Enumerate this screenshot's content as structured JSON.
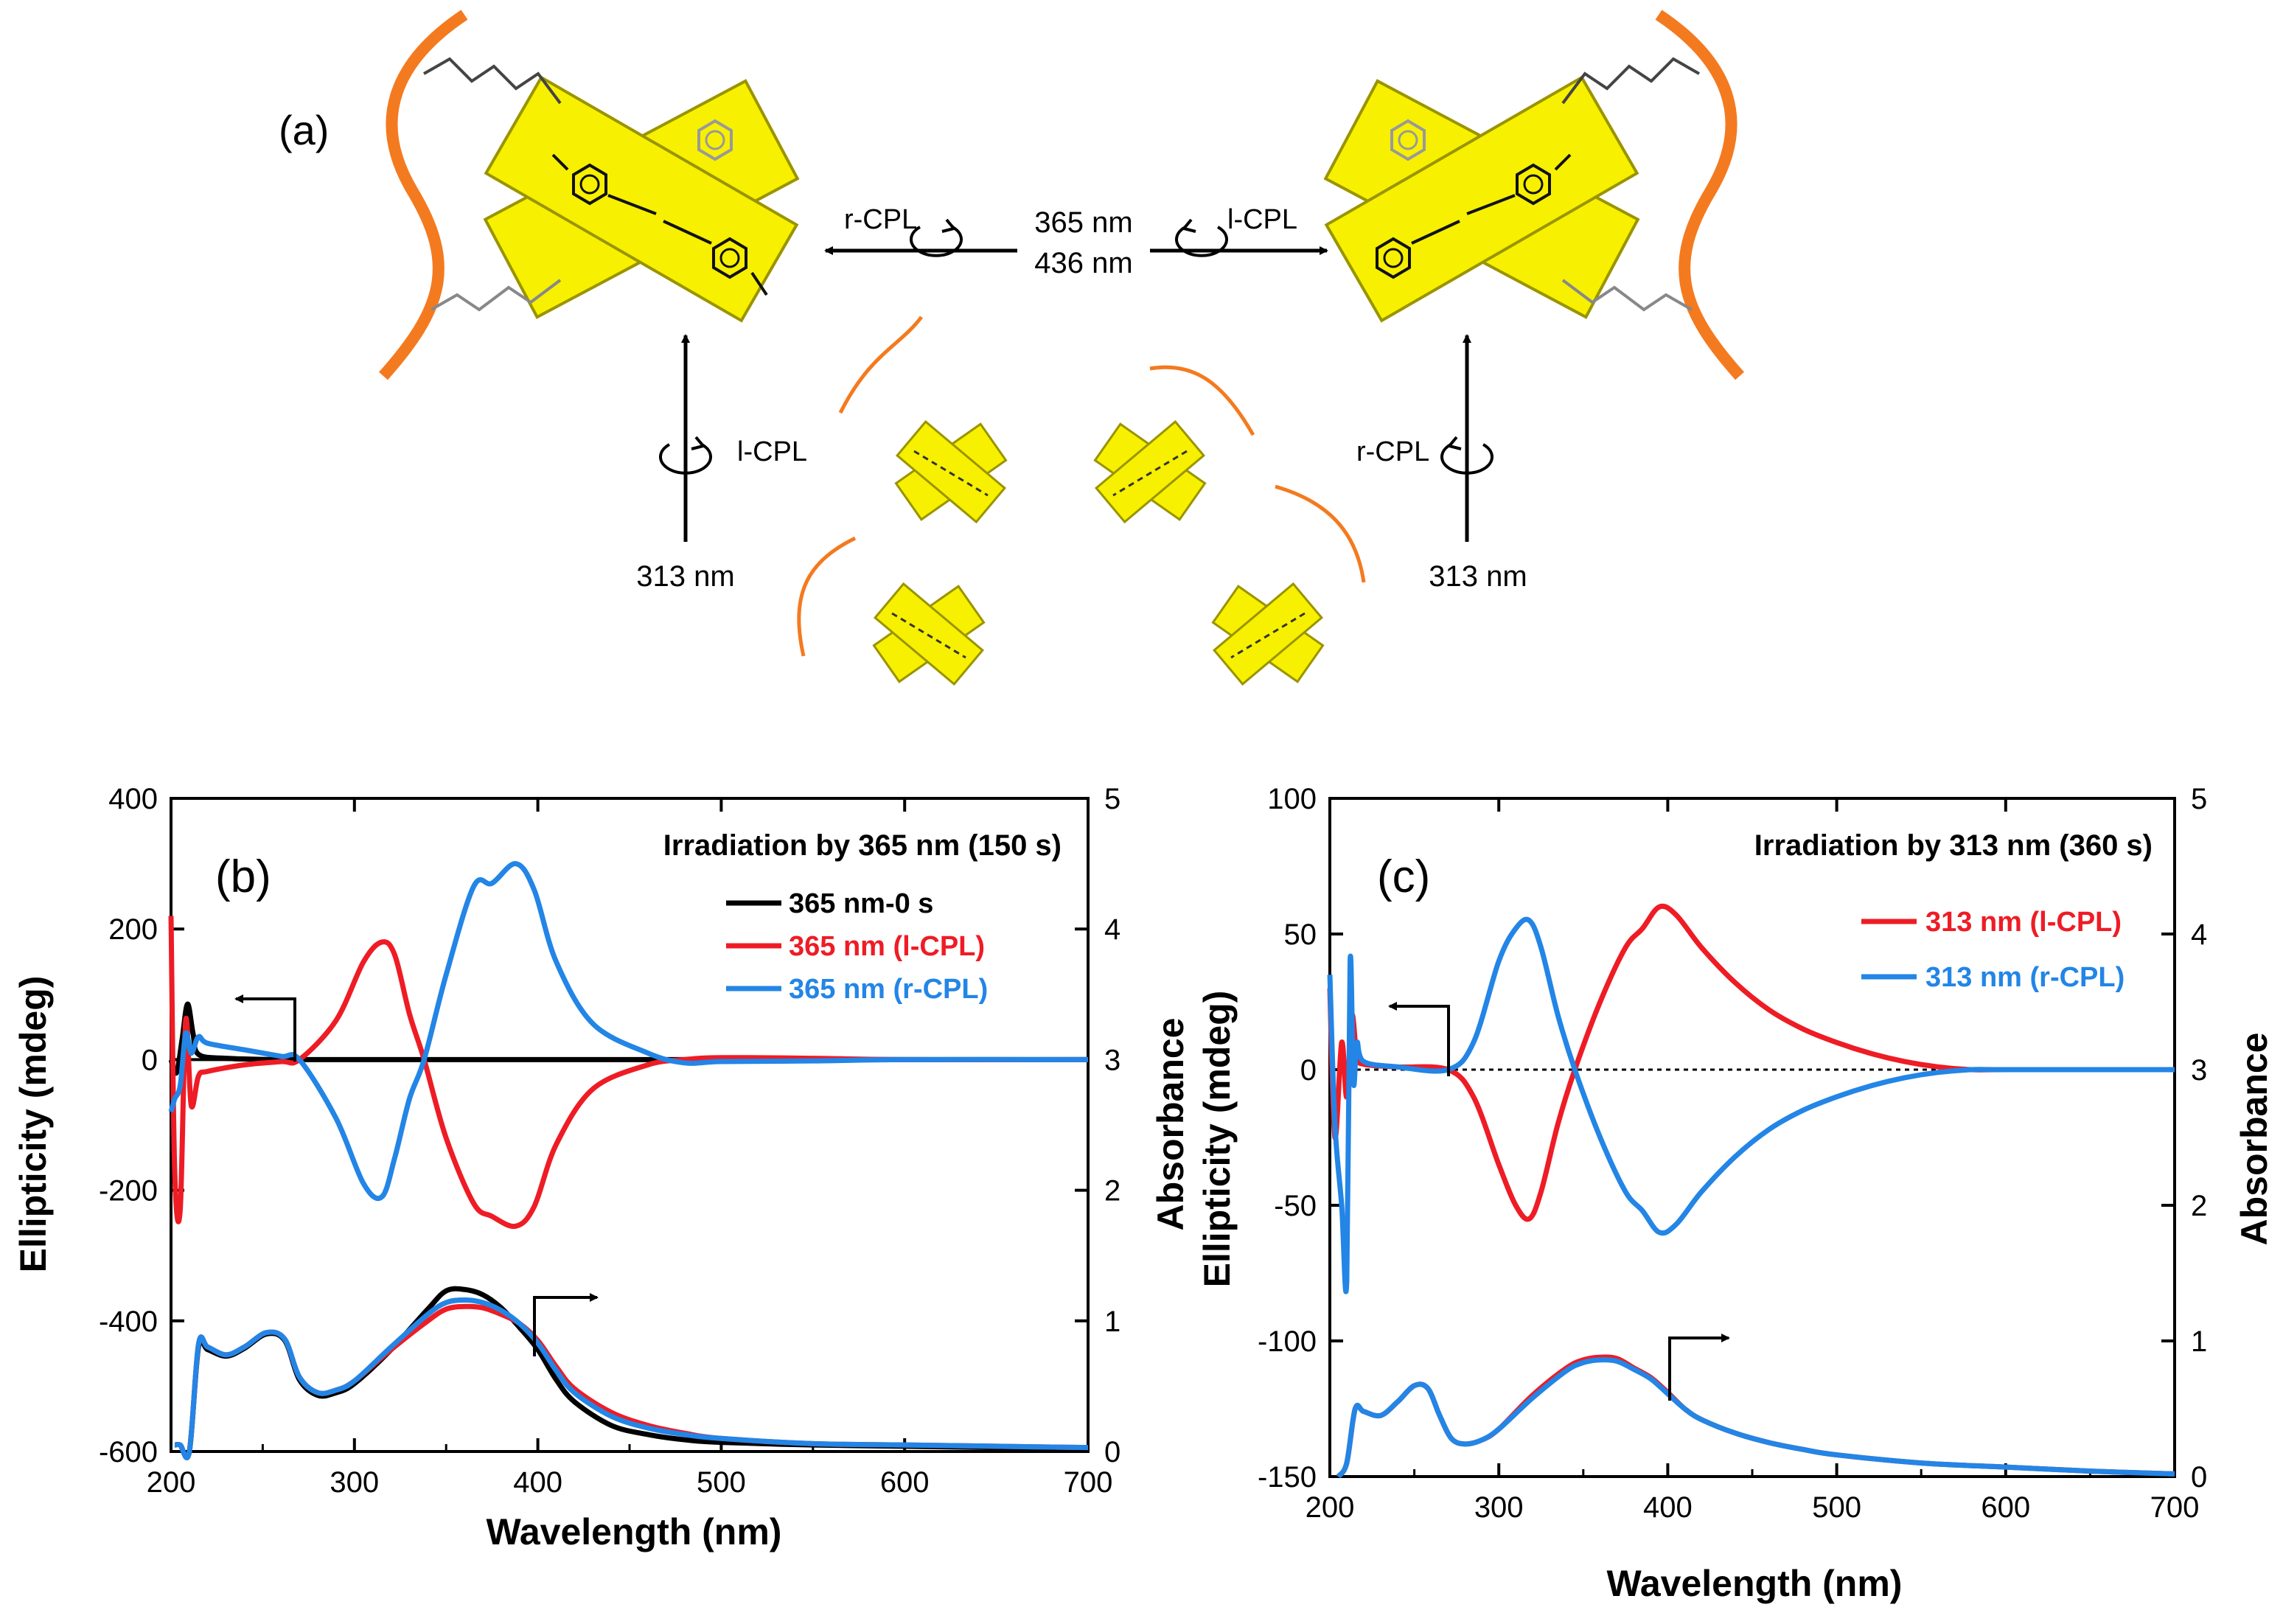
{
  "panel_a": {
    "label": "(a)",
    "top_wavelength_1": "365 nm",
    "top_wavelength_2": "436 nm",
    "left_top_light": "r-CPL",
    "right_top_light": "l-CPL",
    "left_side_light": "l-CPL",
    "right_side_light": "r-CPL",
    "left_bottom_wavelength": "313 nm",
    "right_bottom_wavelength": "313 nm",
    "colors": {
      "rod": "#f7f000",
      "polymer": "#f47a1f"
    },
    "icons": [
      "circular-arrow-icon",
      "azobenzene-structure-icon",
      "arrow-icon"
    ]
  },
  "panel_b": {
    "label": "(b)",
    "title": "Irradiation by 365 nm (150 s)",
    "legend": [
      "365 nm-0 s",
      "365 nm (l-CPL)",
      "365 nm (r-CPL)"
    ],
    "xlabel": "Wavelength (nm)",
    "ylabel_left": "Ellipticity (mdeg)",
    "ylabel_right": "Absorbance"
  },
  "panel_c": {
    "label": "(c)",
    "title": "Irradiation by 313 nm (360 s)",
    "legend": [
      "313 nm (l-CPL)",
      "313 nm (r-CPL)"
    ],
    "xlabel": "Wavelength (nm)",
    "ylabel_left": "Ellipticity (mdeg)",
    "ylabel_right": "Absorbance"
  },
  "chart_data": [
    {
      "type": "line",
      "panel": "b",
      "title": "Irradiation by 365 nm (150 s)",
      "xlabel": "Wavelength (nm)",
      "ylabel": "Ellipticity (mdeg)",
      "y2label": "Absorbance",
      "xlim": [
        200,
        700
      ],
      "ylim": [
        -600,
        400
      ],
      "y2lim": [
        0,
        5
      ],
      "xticks": [
        200,
        300,
        400,
        500,
        600,
        700
      ],
      "yticks": [
        -600,
        -400,
        -200,
        0,
        200,
        400
      ],
      "y2ticks": [
        0,
        1,
        2,
        3,
        4,
        5
      ],
      "grid": false,
      "legend_position": "top-right",
      "series": [
        {
          "name": "365 nm-0 s",
          "axis": "left",
          "color": "#000000",
          "x": [
            200,
            203,
            206,
            209,
            212,
            215,
            230,
            260,
            300,
            350,
            400,
            500,
            600,
            700
          ],
          "y": [
            0,
            -20,
            30,
            85,
            40,
            8,
            2,
            0,
            0,
            0,
            0,
            0,
            0,
            0
          ]
        },
        {
          "name": "365 nm (l-CPL)",
          "axis": "left",
          "color": "#ee1c25",
          "x": [
            200,
            202,
            205,
            208,
            211,
            215,
            220,
            240,
            260,
            270,
            290,
            305,
            315,
            322,
            330,
            338,
            350,
            365,
            375,
            388,
            398,
            410,
            430,
            460,
            480,
            500,
            550,
            600,
            700
          ],
          "y": [
            220,
            -170,
            -230,
            60,
            -70,
            -25,
            -18,
            -8,
            -3,
            0,
            60,
            150,
            180,
            160,
            70,
            0,
            -120,
            -220,
            -240,
            -255,
            -225,
            -130,
            -45,
            -8,
            0,
            3,
            2,
            0,
            0
          ]
        },
        {
          "name": "365 nm (r-CPL)",
          "axis": "left",
          "color": "#2385e6",
          "x": [
            200,
            202,
            205,
            208,
            211,
            215,
            220,
            240,
            260,
            270,
            290,
            305,
            315,
            322,
            330,
            338,
            350,
            365,
            375,
            388,
            398,
            410,
            430,
            460,
            480,
            500,
            550,
            600,
            700
          ],
          "y": [
            -80,
            -60,
            -40,
            40,
            10,
            35,
            25,
            15,
            5,
            0,
            -90,
            -190,
            -210,
            -150,
            -60,
            0,
            130,
            265,
            270,
            300,
            260,
            150,
            55,
            10,
            -5,
            -3,
            -2,
            0,
            0
          ]
        },
        {
          "name": "365 nm-0 s",
          "axis": "right",
          "color": "#000000",
          "x": [
            202,
            205,
            210,
            215,
            220,
            230,
            240,
            252,
            262,
            270,
            280,
            290,
            300,
            320,
            340,
            350,
            360,
            370,
            380,
            390,
            400,
            410,
            420,
            440,
            460,
            480,
            500,
            550,
            600,
            650,
            700
          ],
          "y": [
            0.05,
            0.05,
            0.0,
            0.8,
            0.78,
            0.73,
            0.79,
            0.9,
            0.85,
            0.55,
            0.43,
            0.45,
            0.52,
            0.78,
            1.09,
            1.23,
            1.24,
            1.2,
            1.1,
            0.95,
            0.78,
            0.55,
            0.38,
            0.2,
            0.13,
            0.09,
            0.07,
            0.05,
            0.04,
            0.03,
            0.02
          ]
        },
        {
          "name": "365 nm (l-CPL)",
          "axis": "right",
          "color": "#ee1c25",
          "x": [
            202,
            205,
            210,
            215,
            220,
            230,
            240,
            252,
            262,
            270,
            280,
            290,
            300,
            320,
            340,
            350,
            360,
            370,
            380,
            390,
            400,
            410,
            420,
            440,
            460,
            480,
            500,
            550,
            600,
            650,
            700
          ],
          "y": [
            0.05,
            0.05,
            0.0,
            0.82,
            0.8,
            0.74,
            0.8,
            0.91,
            0.86,
            0.57,
            0.45,
            0.47,
            0.54,
            0.78,
            1.0,
            1.09,
            1.11,
            1.1,
            1.05,
            0.98,
            0.85,
            0.65,
            0.48,
            0.3,
            0.2,
            0.14,
            0.1,
            0.06,
            0.05,
            0.04,
            0.03
          ]
        },
        {
          "name": "365 nm (r-CPL)",
          "axis": "right",
          "color": "#2385e6",
          "x": [
            202,
            205,
            210,
            215,
            220,
            230,
            240,
            252,
            262,
            270,
            280,
            290,
            300,
            320,
            340,
            350,
            360,
            370,
            380,
            390,
            400,
            410,
            420,
            440,
            460,
            480,
            500,
            550,
            600,
            650,
            700
          ],
          "y": [
            0.05,
            0.05,
            0.0,
            0.82,
            0.8,
            0.74,
            0.8,
            0.91,
            0.86,
            0.57,
            0.45,
            0.47,
            0.54,
            0.8,
            1.05,
            1.14,
            1.16,
            1.14,
            1.08,
            0.98,
            0.83,
            0.62,
            0.45,
            0.27,
            0.18,
            0.13,
            0.1,
            0.06,
            0.05,
            0.04,
            0.03
          ]
        }
      ]
    },
    {
      "type": "line",
      "panel": "c",
      "title": "Irradiation by 313 nm (360 s)",
      "xlabel": "Wavelength (nm)",
      "ylabel": "Ellipticity (mdeg)",
      "y2label": "Absorbance",
      "xlim": [
        200,
        700
      ],
      "ylim": [
        -150,
        100
      ],
      "y2lim": [
        0,
        5
      ],
      "xticks": [
        200,
        300,
        400,
        500,
        600,
        700
      ],
      "yticks": [
        -150,
        -100,
        -50,
        0,
        50,
        100
      ],
      "y2ticks": [
        0,
        1,
        2,
        3,
        4,
        5
      ],
      "grid": false,
      "legend_position": "top-right",
      "series": [
        {
          "name": "313 nm (l-CPL)",
          "axis": "left",
          "color": "#ee1c25",
          "x": [
            200,
            203,
            207,
            210,
            213,
            216,
            220,
            240,
            270,
            285,
            300,
            310,
            318,
            325,
            335,
            345,
            360,
            375,
            385,
            395,
            405,
            420,
            440,
            460,
            480,
            500,
            520,
            540,
            560,
            580,
            600,
            700
          ],
          "y": [
            30,
            -25,
            10,
            -10,
            20,
            5,
            2,
            1,
            0,
            -10,
            -35,
            -50,
            -55,
            -45,
            -20,
            0,
            25,
            45,
            52,
            60,
            57,
            45,
            32,
            22,
            15,
            10,
            6,
            3,
            1,
            0,
            0,
            0
          ]
        },
        {
          "name": "313 nm (r-CPL)",
          "axis": "left",
          "color": "#2385e6",
          "x": [
            200,
            203,
            207,
            210,
            212,
            214,
            216,
            220,
            240,
            270,
            285,
            300,
            310,
            318,
            325,
            335,
            345,
            360,
            375,
            385,
            395,
            405,
            420,
            440,
            460,
            480,
            500,
            520,
            540,
            560,
            580,
            600,
            700
          ],
          "y": [
            35,
            -20,
            -50,
            -78,
            40,
            -5,
            10,
            3,
            1,
            0,
            10,
            40,
            52,
            55,
            45,
            20,
            0,
            -25,
            -45,
            -52,
            -60,
            -57,
            -45,
            -32,
            -22,
            -15,
            -10,
            -6,
            -3,
            -1,
            0,
            0,
            0
          ]
        },
        {
          "name": "313 nm (l-CPL)",
          "axis": "right",
          "color": "#ee1c25",
          "x": [
            205,
            210,
            215,
            220,
            230,
            240,
            250,
            258,
            265,
            272,
            280,
            290,
            300,
            320,
            340,
            350,
            360,
            370,
            380,
            390,
            400,
            410,
            420,
            440,
            460,
            480,
            500,
            550,
            600,
            650,
            700
          ],
          "y": [
            0.0,
            0.1,
            0.5,
            0.48,
            0.45,
            0.55,
            0.67,
            0.65,
            0.45,
            0.28,
            0.24,
            0.27,
            0.35,
            0.6,
            0.8,
            0.86,
            0.88,
            0.87,
            0.8,
            0.73,
            0.62,
            0.5,
            0.42,
            0.32,
            0.25,
            0.2,
            0.16,
            0.1,
            0.07,
            0.04,
            0.02
          ]
        },
        {
          "name": "313 nm (r-CPL)",
          "axis": "right",
          "color": "#2385e6",
          "x": [
            205,
            210,
            215,
            220,
            230,
            240,
            250,
            258,
            265,
            272,
            280,
            290,
            300,
            320,
            340,
            350,
            360,
            370,
            380,
            390,
            400,
            410,
            420,
            440,
            460,
            480,
            500,
            550,
            600,
            650,
            700
          ],
          "y": [
            0.0,
            0.1,
            0.5,
            0.48,
            0.45,
            0.55,
            0.67,
            0.65,
            0.45,
            0.28,
            0.24,
            0.27,
            0.35,
            0.58,
            0.78,
            0.84,
            0.86,
            0.85,
            0.79,
            0.72,
            0.61,
            0.5,
            0.42,
            0.32,
            0.25,
            0.2,
            0.16,
            0.1,
            0.07,
            0.04,
            0.02
          ]
        }
      ]
    }
  ]
}
